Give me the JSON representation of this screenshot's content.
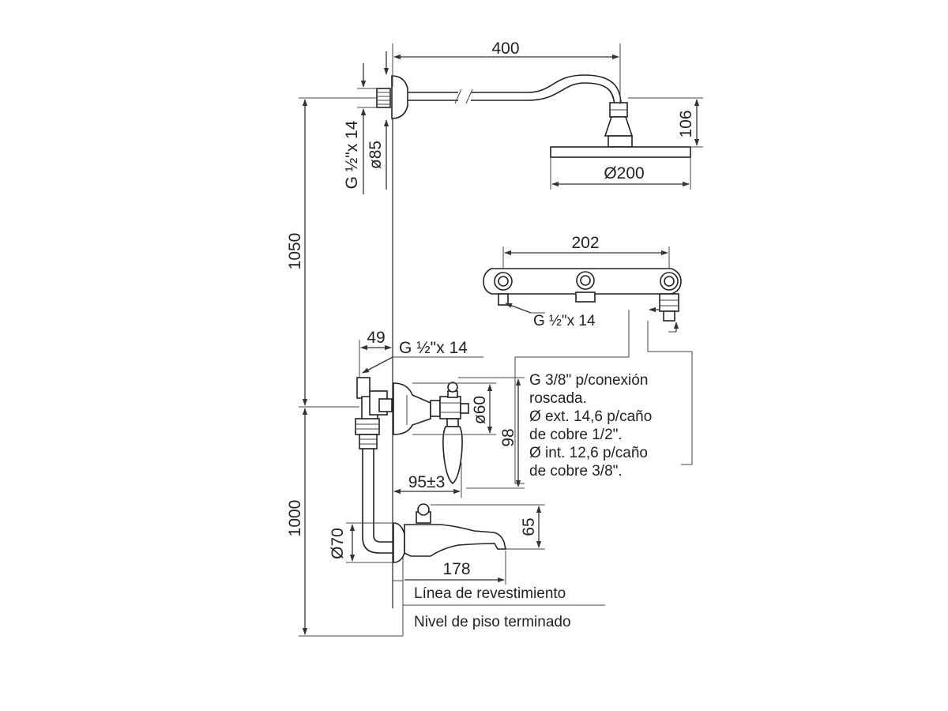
{
  "dimensions": {
    "shower_arm_length": "400",
    "shower_head_height": "106",
    "shower_head_diameter": "Ø200",
    "wall_thread_top": "G ½\"x 14",
    "wall_flange_diameter": "ø85",
    "shower_height": "1050",
    "valve_body_width": "202",
    "valve_thread": "G ½\"x 14",
    "mixer_offset": "49",
    "mixer_thread": "G ½\"x 14",
    "mixer_flange_diameter": "ø60",
    "mixer_height": "98",
    "handle_projection": "95±3",
    "spout_height": "65",
    "spout_flange_diameter": "Ø70",
    "spout_length": "178",
    "mixer_height_from_floor": "1000"
  },
  "notes": {
    "connection_lines": [
      "G 3/8\" p/conexión",
      "roscada.",
      "Ø ext. 14,6 p/caño",
      "de cobre 1/2\".",
      "Ø int. 12,6 p/caño",
      "de cobre 3/8\"."
    ]
  },
  "reference_lines": {
    "cladding_line": "Línea de revestimiento",
    "finished_floor": "Nivel de piso terminado"
  }
}
